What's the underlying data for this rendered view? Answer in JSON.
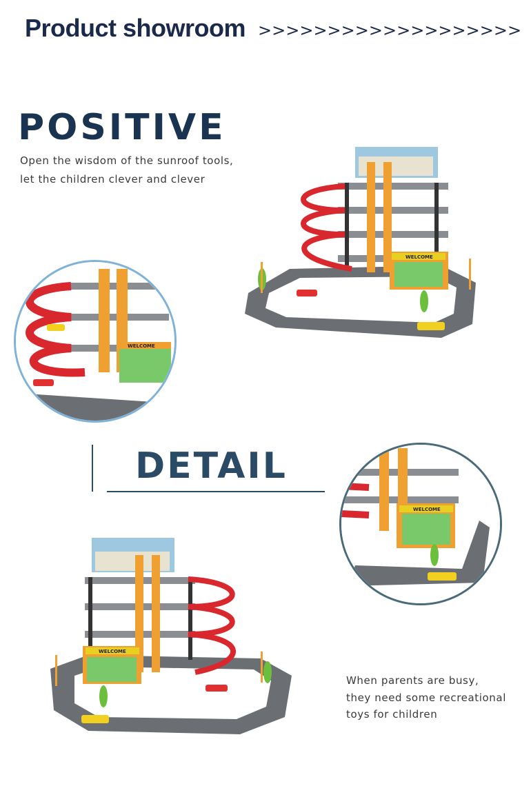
{
  "header": {
    "title": "Product showroom",
    "arrows": ">>>>>>>>>>>>>>>>>>>"
  },
  "positive": {
    "title": "POSITIVE",
    "line1": "Open the wisdom of the sunroof tools,",
    "line2": "let the children clever and clever"
  },
  "detail": {
    "title": "DETAIL"
  },
  "parents": {
    "line1": "When parents are busy,",
    "line2": "they need some recreational",
    "line3": "toys for children"
  },
  "toy": {
    "sign_text": "WELCOME"
  },
  "colors": {
    "title_navy": "#1b2a4a",
    "positive_navy": "#1a3350",
    "detail_blue": "#2a4a66",
    "circle1_border": "#7fb2d8",
    "circle2_border": "#4a6a7a",
    "track_gray": "#6b6f74",
    "ramp_red": "#d8282e",
    "pillar_orange": "#f0a030"
  }
}
